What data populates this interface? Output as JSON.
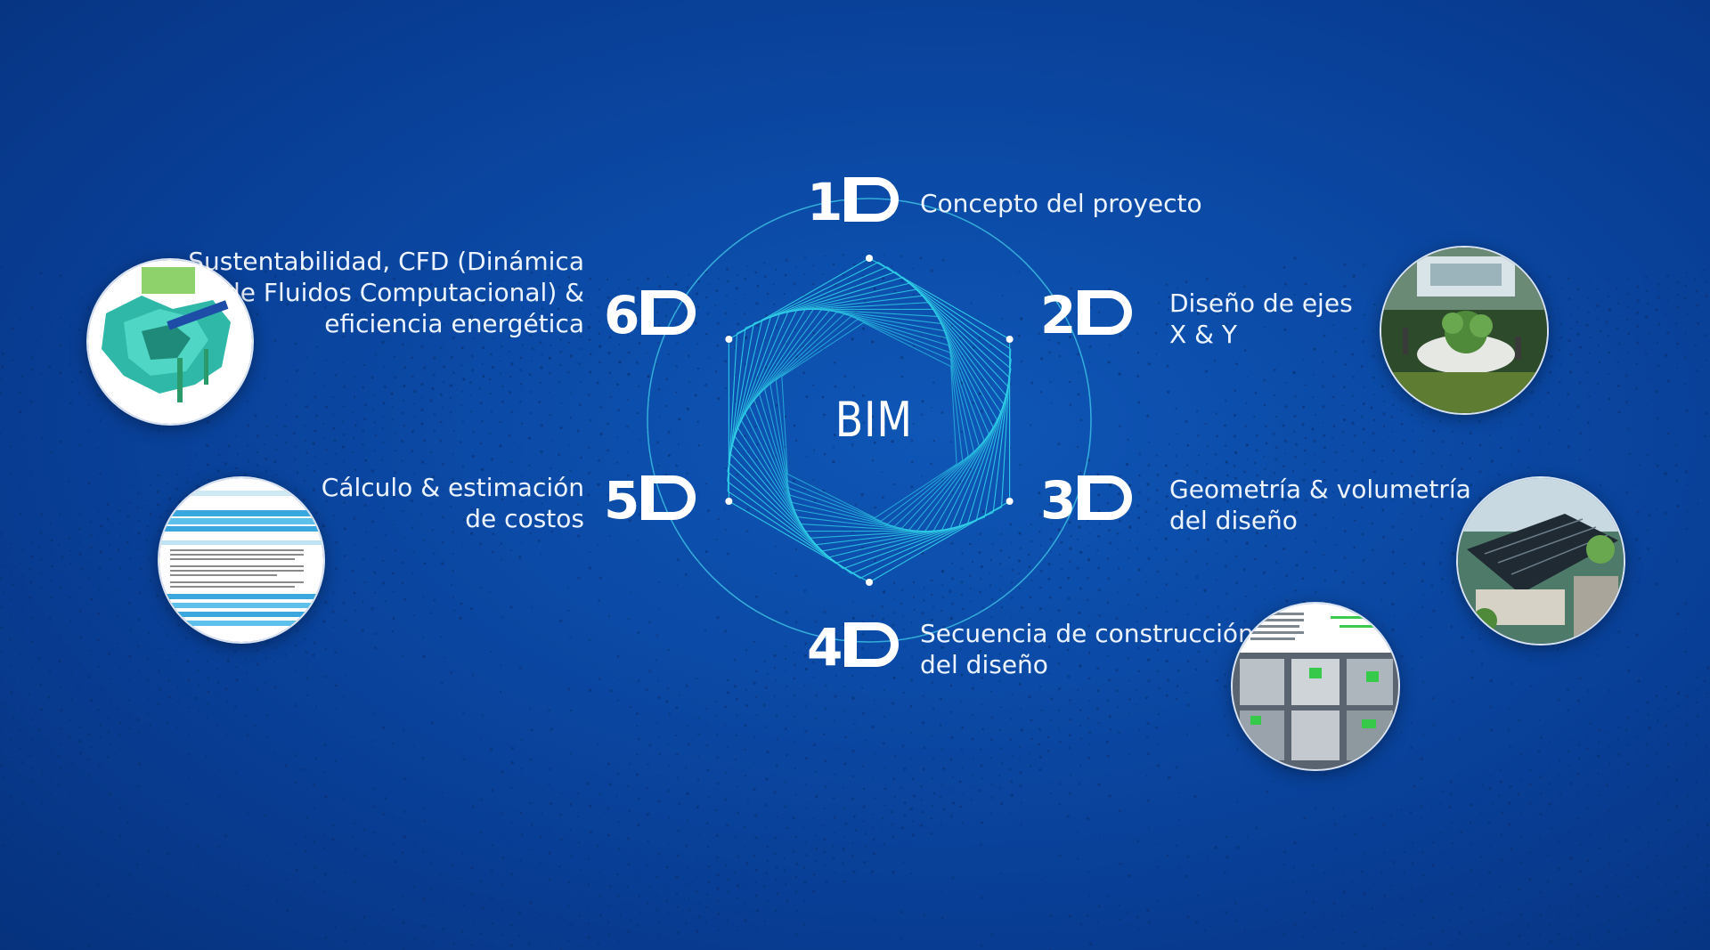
{
  "center_label": "BIM",
  "dimensions": [
    {
      "id": "1d",
      "badge": "1",
      "text": [
        "Concepto del proyecto"
      ]
    },
    {
      "id": "2d",
      "badge": "2",
      "text": [
        "Diseño de ejes",
        "X & Y"
      ]
    },
    {
      "id": "3d",
      "badge": "3",
      "text": [
        "Geometría & volumetría",
        "del diseño"
      ]
    },
    {
      "id": "4d",
      "badge": "4",
      "text": [
        "Secuencia de construcción",
        "del diseño"
      ]
    },
    {
      "id": "5d",
      "badge": "5",
      "text": [
        "Cálculo & estimación",
        "de costos"
      ]
    },
    {
      "id": "6d",
      "badge": "6",
      "text": [
        "Sustentabilidad, CFD (Dinámica",
        "de Fluidos Computacional) &",
        "eficiencia energética"
      ]
    }
  ],
  "colors": {
    "accent": "#2fd0e8",
    "background": "#0b4aa6",
    "text": "#ffffff"
  }
}
